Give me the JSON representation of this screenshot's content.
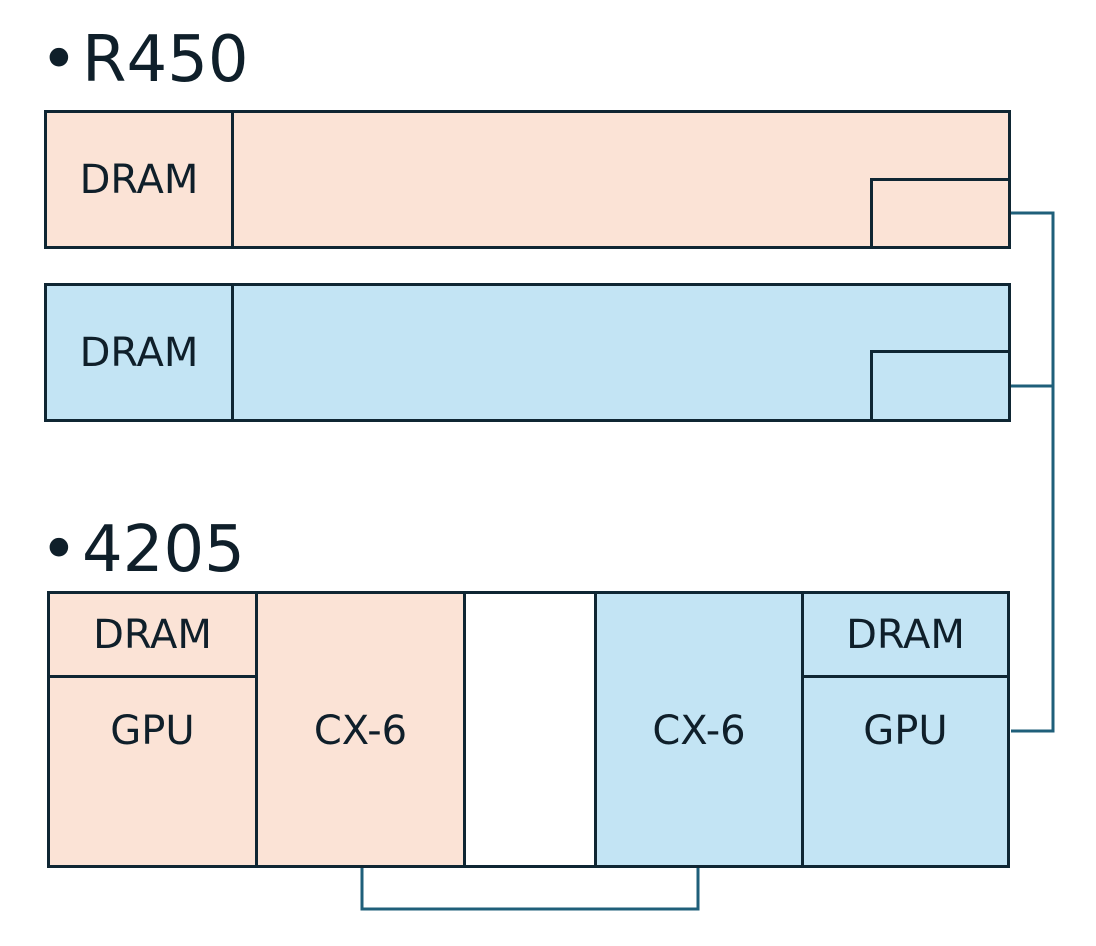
{
  "sections": {
    "r450": {
      "bullet": "•",
      "title": "R450"
    },
    "s4205": {
      "bullet": "•",
      "title": "4205"
    }
  },
  "r450_rows": [
    {
      "color": "#fbe3d6",
      "dram_label": "DRAM"
    },
    {
      "color": "#c3e4f4",
      "dram_label": "DRAM"
    }
  ],
  "s4205_blocks": {
    "left_dram": "DRAM",
    "left_gpu": "GPU",
    "left_nic": "CX-6",
    "right_nic": "CX-6",
    "right_dram": "DRAM",
    "right_gpu": "GPU"
  },
  "colors": {
    "peach": "#fbe3d6",
    "blue": "#c3e4f4",
    "border": "#0f2633",
    "link": "#1f5f7a"
  }
}
